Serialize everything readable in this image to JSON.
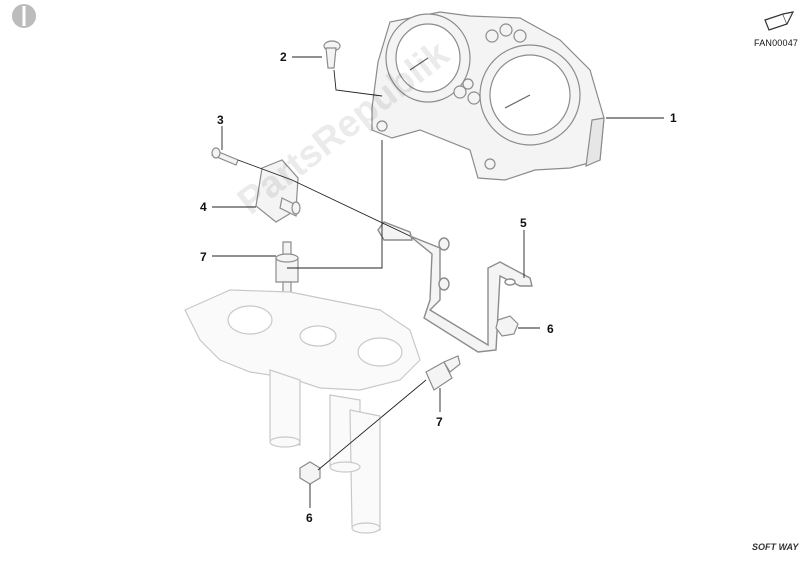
{
  "diagram": {
    "part_code": "FAN00047",
    "fwd_label": "FWD",
    "callouts": [
      "1",
      "2",
      "3",
      "4",
      "5",
      "6",
      "6",
      "7",
      "7"
    ],
    "watermark": "PartsRepublik",
    "publisher_logo": "SOFT WAY"
  },
  "colors": {
    "line": "#3a3a3a",
    "light_line": "#9a9a9a",
    "fill": "#f2f2f2"
  }
}
